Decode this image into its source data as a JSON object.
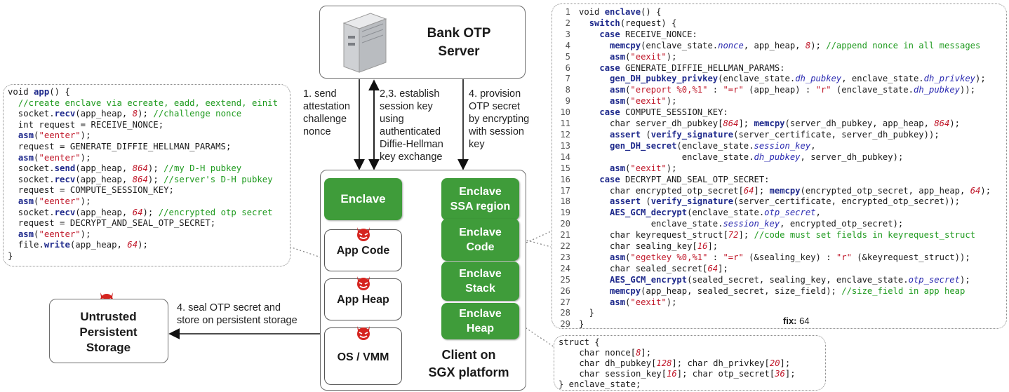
{
  "server": {
    "title_line1": "Bank OTP",
    "title_line2": "Server"
  },
  "arrows": {
    "a1": [
      "1. send",
      "attestation",
      "challenge",
      "nonce"
    ],
    "a23": [
      "2,3. establish",
      "session key",
      "using",
      "authenticated",
      "Diffie-Hellman",
      "key exchange"
    ],
    "a4": [
      "4. provision",
      "OTP secret",
      "by encrypting",
      "with session",
      "key"
    ],
    "seal": [
      "4. seal OTP secret and",
      "store on persistent storage"
    ]
  },
  "client": {
    "caption_line1": "Client on",
    "caption_line2": "SGX platform",
    "enclave": "Enclave",
    "app_code": "App Code",
    "app_heap": "App Heap",
    "os_vmm": "OS / VMM",
    "ssa": [
      "Enclave",
      "SSA region"
    ],
    "code": [
      "Enclave",
      "Code"
    ],
    "stack": [
      "Enclave",
      "Stack"
    ],
    "heap": [
      "Enclave",
      "Heap"
    ]
  },
  "storage": {
    "line1": "Untrusted",
    "line2": "Persistent",
    "line3": "Storage"
  },
  "fix": {
    "label": "fix:",
    "value": "64"
  },
  "colors": {
    "enclave_green": "#3f9c3a",
    "keyword_blue": "#1f2a8c",
    "string_red": "#c0182a",
    "comment_green": "#1e9a1e",
    "arrow_red": "#c0392b"
  }
}
